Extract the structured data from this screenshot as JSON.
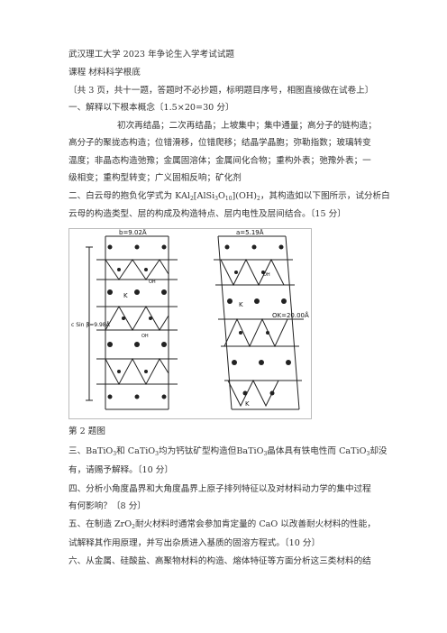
{
  "header": {
    "title": "武汉理工大学 2023 年争论生入学考试试题",
    "course": "课程  材料科学根底",
    "instructions": "〔共 3  页，共十一题，答题时不必抄题，标明题目序号，相图直接做在试卷上〕"
  },
  "q1": {
    "heading": "一、解释以下根本概念〔1.5×20=30 分〕",
    "lines": [
      "初次再结晶；二次再结晶；上坡集中；集中通量；高分子的链构造；",
      "高分子的聚拢态构造；位错滑移，位错爬移；结晶学晶胞；弥勒指数；玻璃转变",
      "温度；非晶态构造弛豫；金属固溶体；金属间化合物；重构外表；弛豫外表；一",
      "级相变；重构型转变；广义固相反响；矿化剂"
    ]
  },
  "q2": {
    "line1_a": "二、白云母的抱负化学式为 KAl",
    "sub1": "2",
    "line1_b": "[AlSi",
    "sub2": "3",
    "line1_c": "O",
    "sub3": "10",
    "line1_d": "](OH)",
    "sub4": "2",
    "line1_e": "，其构造如以下图所示，试分析白",
    "line2": "云母的构造类型、层的构成及构造特点、层内电性及层间结合。〔15 分〕"
  },
  "figure": {
    "left_label_b": "b=9.02Å",
    "left_label_c": "c Sin β=9.98Å",
    "right_label_a": "a=5.19Å",
    "right_label_ok": "OK=20.00Å",
    "ion_k": "K",
    "ion_oh": "OH",
    "caption": "第 2 题图"
  },
  "q3": {
    "line1_a": "三、BaTiO",
    "sub1": "3",
    "line1_b": "和 CaTiO",
    "sub2": "3",
    "line1_c": "均为钙钛矿型构造但BaTiO",
    "sub3": "3",
    "line1_d": "晶体具有铁电性而 CaTiO",
    "sub4": "3",
    "line1_e": "却没",
    "line2": "有，请赐予解释。〔10  分〕"
  },
  "q4": {
    "line1": "四、分析小角度晶界和大角度晶界上原子排列特征以及对材料动力学的集中过程",
    "line2": "有何影响？〔8 分〕"
  },
  "q5": {
    "line1_a": "五、在制造 ZrO",
    "sub1": "2",
    "line1_b": "耐火材料时通常会参加肯定量的 CaO 以改善耐火材料的性能，",
    "line2": "试解释其作用原理，并写出杂质进入基质的固溶方程式。〔10 分〕"
  },
  "q6": {
    "line1": "六、从金属、硅酸盐、高聚物材料的构造、熔体特征等方面分析这三类材料的结"
  }
}
